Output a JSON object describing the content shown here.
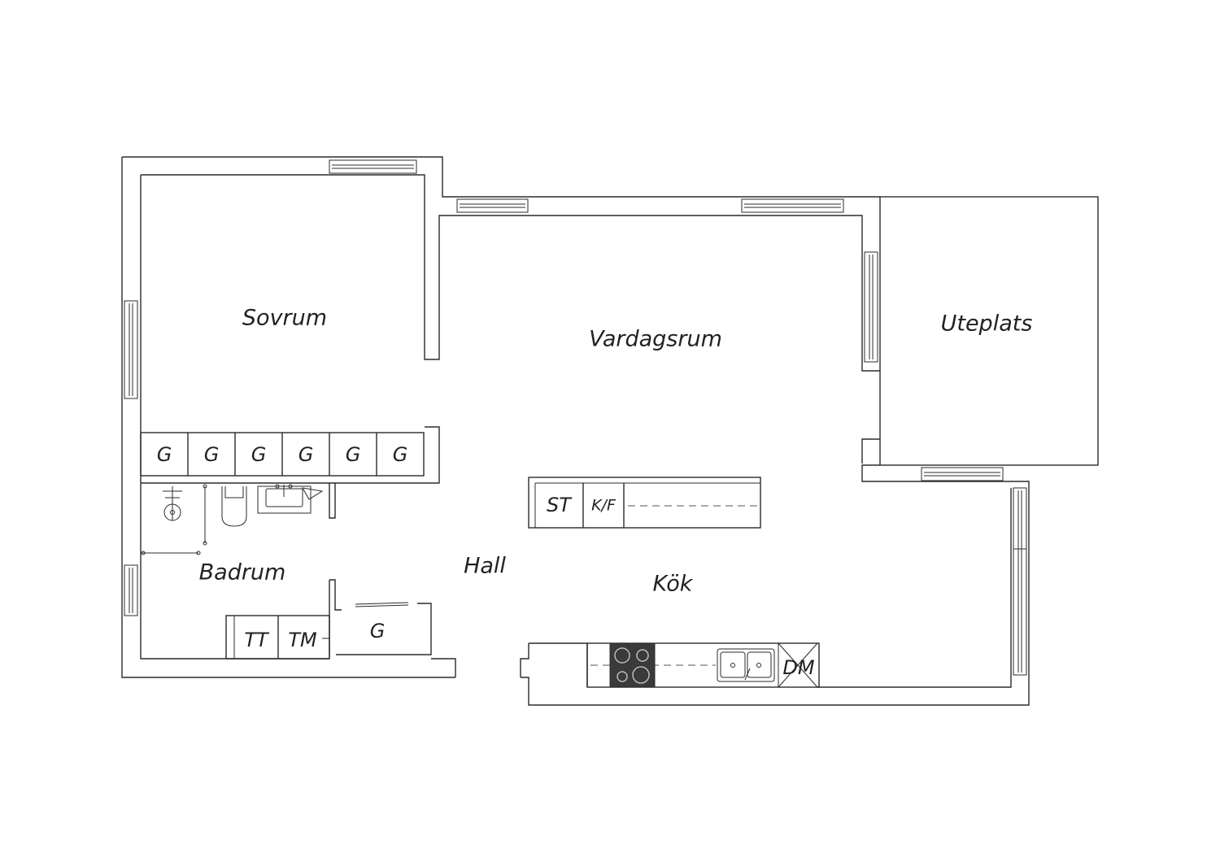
{
  "rooms": {
    "sovrum": "Sovrum",
    "vardagsrum": "Vardagsrum",
    "uteplats": "Uteplats",
    "badrum": "Badrum",
    "hall": "Hall",
    "kok": "Kök"
  },
  "fixtures": {
    "wardrobes": [
      "G",
      "G",
      "G",
      "G",
      "G",
      "G"
    ],
    "hall_closet": "G",
    "stove_tall": "ST",
    "fridge_freezer": "K/F",
    "dryer": "TT",
    "washer": "TM",
    "dishwasher": "DM"
  }
}
